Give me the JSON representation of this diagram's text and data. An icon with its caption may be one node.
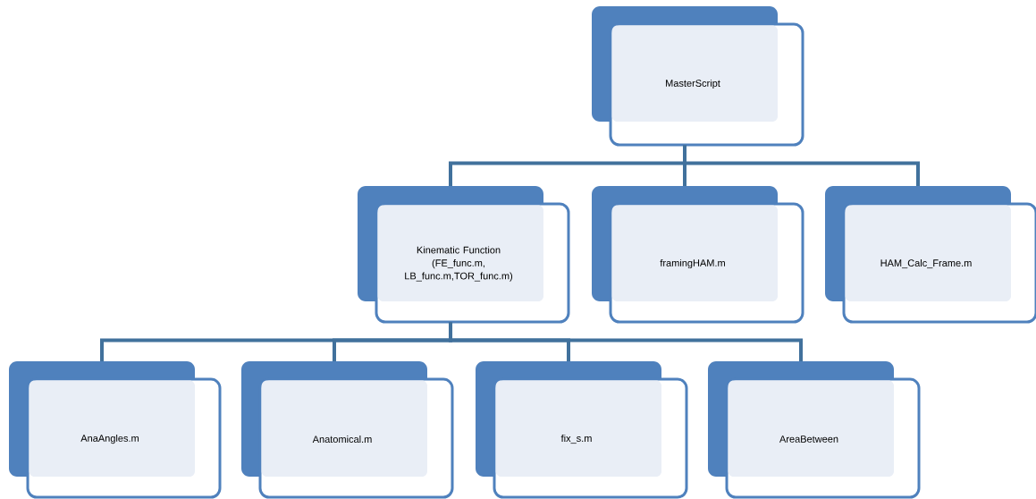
{
  "diagram": {
    "nodes": [
      {
        "text": [
          "MasterScript"
        ]
      },
      {
        "text": [
          "Kinematic Function (FE_func.m, LB_func.m,TOR_func.m)"
        ]
      },
      {
        "text": [
          "framingHAM.m"
        ]
      },
      {
        "text": [
          "HAM_Calc_Frame.m"
        ]
      },
      {
        "text": [
          "AnaAngles.m"
        ]
      },
      {
        "text": [
          "Anatomical.m"
        ]
      },
      {
        "text": [
          "fix_s.m"
        ]
      },
      {
        "text": [
          "AreaBetween"
        ]
      }
    ],
    "edges": [
      {
        "from": 0,
        "to": 1,
        "arrow": "none"
      },
      {
        "from": 0,
        "to": 2,
        "arrow": "none"
      },
      {
        "from": 0,
        "to": 3,
        "arrow": "none"
      },
      {
        "from": 1,
        "to": 4,
        "arrow": "none"
      },
      {
        "from": 1,
        "to": 5,
        "arrow": "none"
      },
      {
        "from": 1,
        "to": 6,
        "arrow": "none"
      },
      {
        "from": 1,
        "to": 7,
        "arrow": "none"
      }
    ]
  }
}
